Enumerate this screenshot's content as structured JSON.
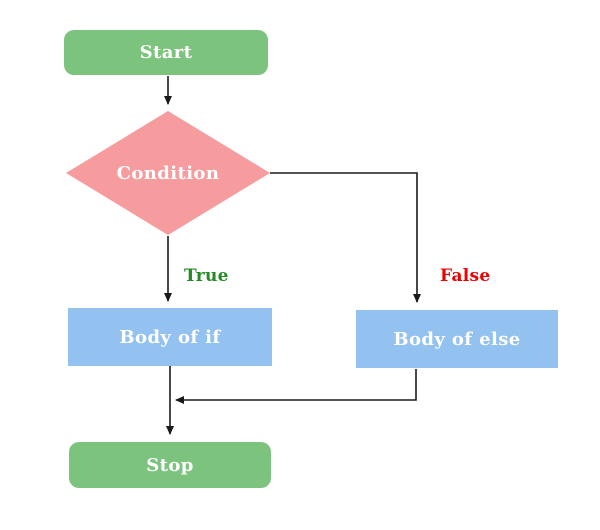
{
  "diagram": {
    "type": "flowchart",
    "topic": "if-else control flow",
    "nodes": {
      "start": {
        "label": "Start",
        "shape": "rounded-rect",
        "fill": "#7cc47e",
        "text_color": "#ffffff"
      },
      "condition": {
        "label": "Condition",
        "shape": "diamond",
        "fill": "#f69b9e",
        "text_color": "#ffffff"
      },
      "body_if": {
        "label": "Body of if",
        "shape": "rect",
        "fill": "#93c1f0",
        "text_color": "#ffffff"
      },
      "body_else": {
        "label": "Body of else",
        "shape": "rect",
        "fill": "#93c1f0",
        "text_color": "#ffffff"
      },
      "stop": {
        "label": "Stop",
        "shape": "rounded-rect",
        "fill": "#7cc47e",
        "text_color": "#ffffff"
      }
    },
    "edges": [
      {
        "from": "start",
        "to": "condition",
        "label": ""
      },
      {
        "from": "condition",
        "to": "body_if",
        "label": "True",
        "label_color": "#228b22"
      },
      {
        "from": "condition",
        "to": "body_else",
        "label": "False",
        "label_color": "#ee0000"
      },
      {
        "from": "body_else",
        "to": "merge-point",
        "label": ""
      },
      {
        "from": "body_if",
        "to": "stop",
        "label": ""
      }
    ],
    "connector_color": "#1a1a1a",
    "background_color": "#ffffff"
  }
}
